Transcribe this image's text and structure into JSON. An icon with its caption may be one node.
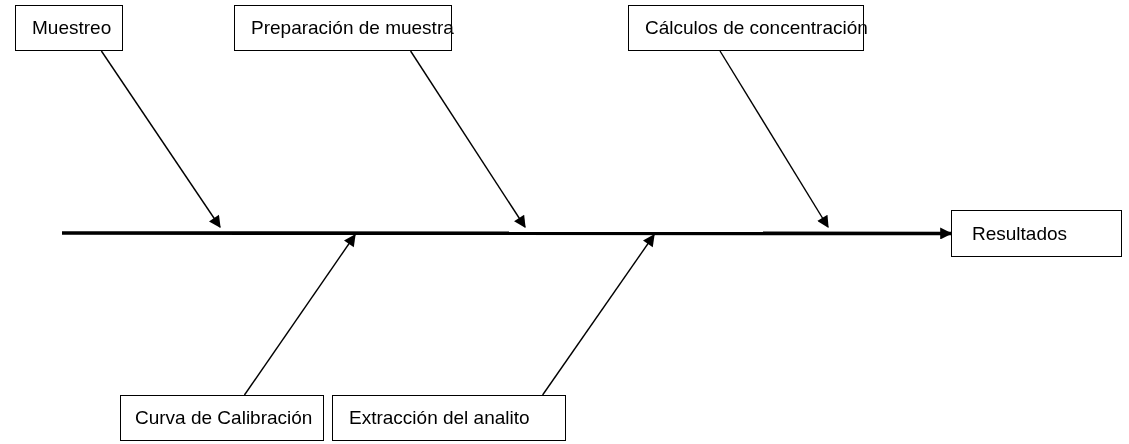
{
  "diagram": {
    "nodes": [
      {
        "text": [
          "Muestreo"
        ]
      },
      {
        "text": [
          "Preparación de muestra"
        ]
      },
      {
        "text": [
          "Cálculos de concentración"
        ]
      },
      {
        "text": [
          "Resultados"
        ]
      },
      {
        "text": [
          "Curva de Calibración"
        ]
      },
      {
        "text": [
          "Extracción del analito"
        ]
      }
    ],
    "edges": [
      {
        "from": 0,
        "to": null,
        "arrow": "to"
      },
      {
        "from": 1,
        "to": null,
        "arrow": "to"
      },
      {
        "from": 2,
        "to": null,
        "arrow": "to"
      },
      {
        "from": null,
        "to": 3,
        "arrow": "to",
        "style": "thick"
      },
      {
        "from": 4,
        "to": null,
        "arrow": "to"
      },
      {
        "from": 5,
        "to": null,
        "arrow": "to"
      }
    ]
  }
}
